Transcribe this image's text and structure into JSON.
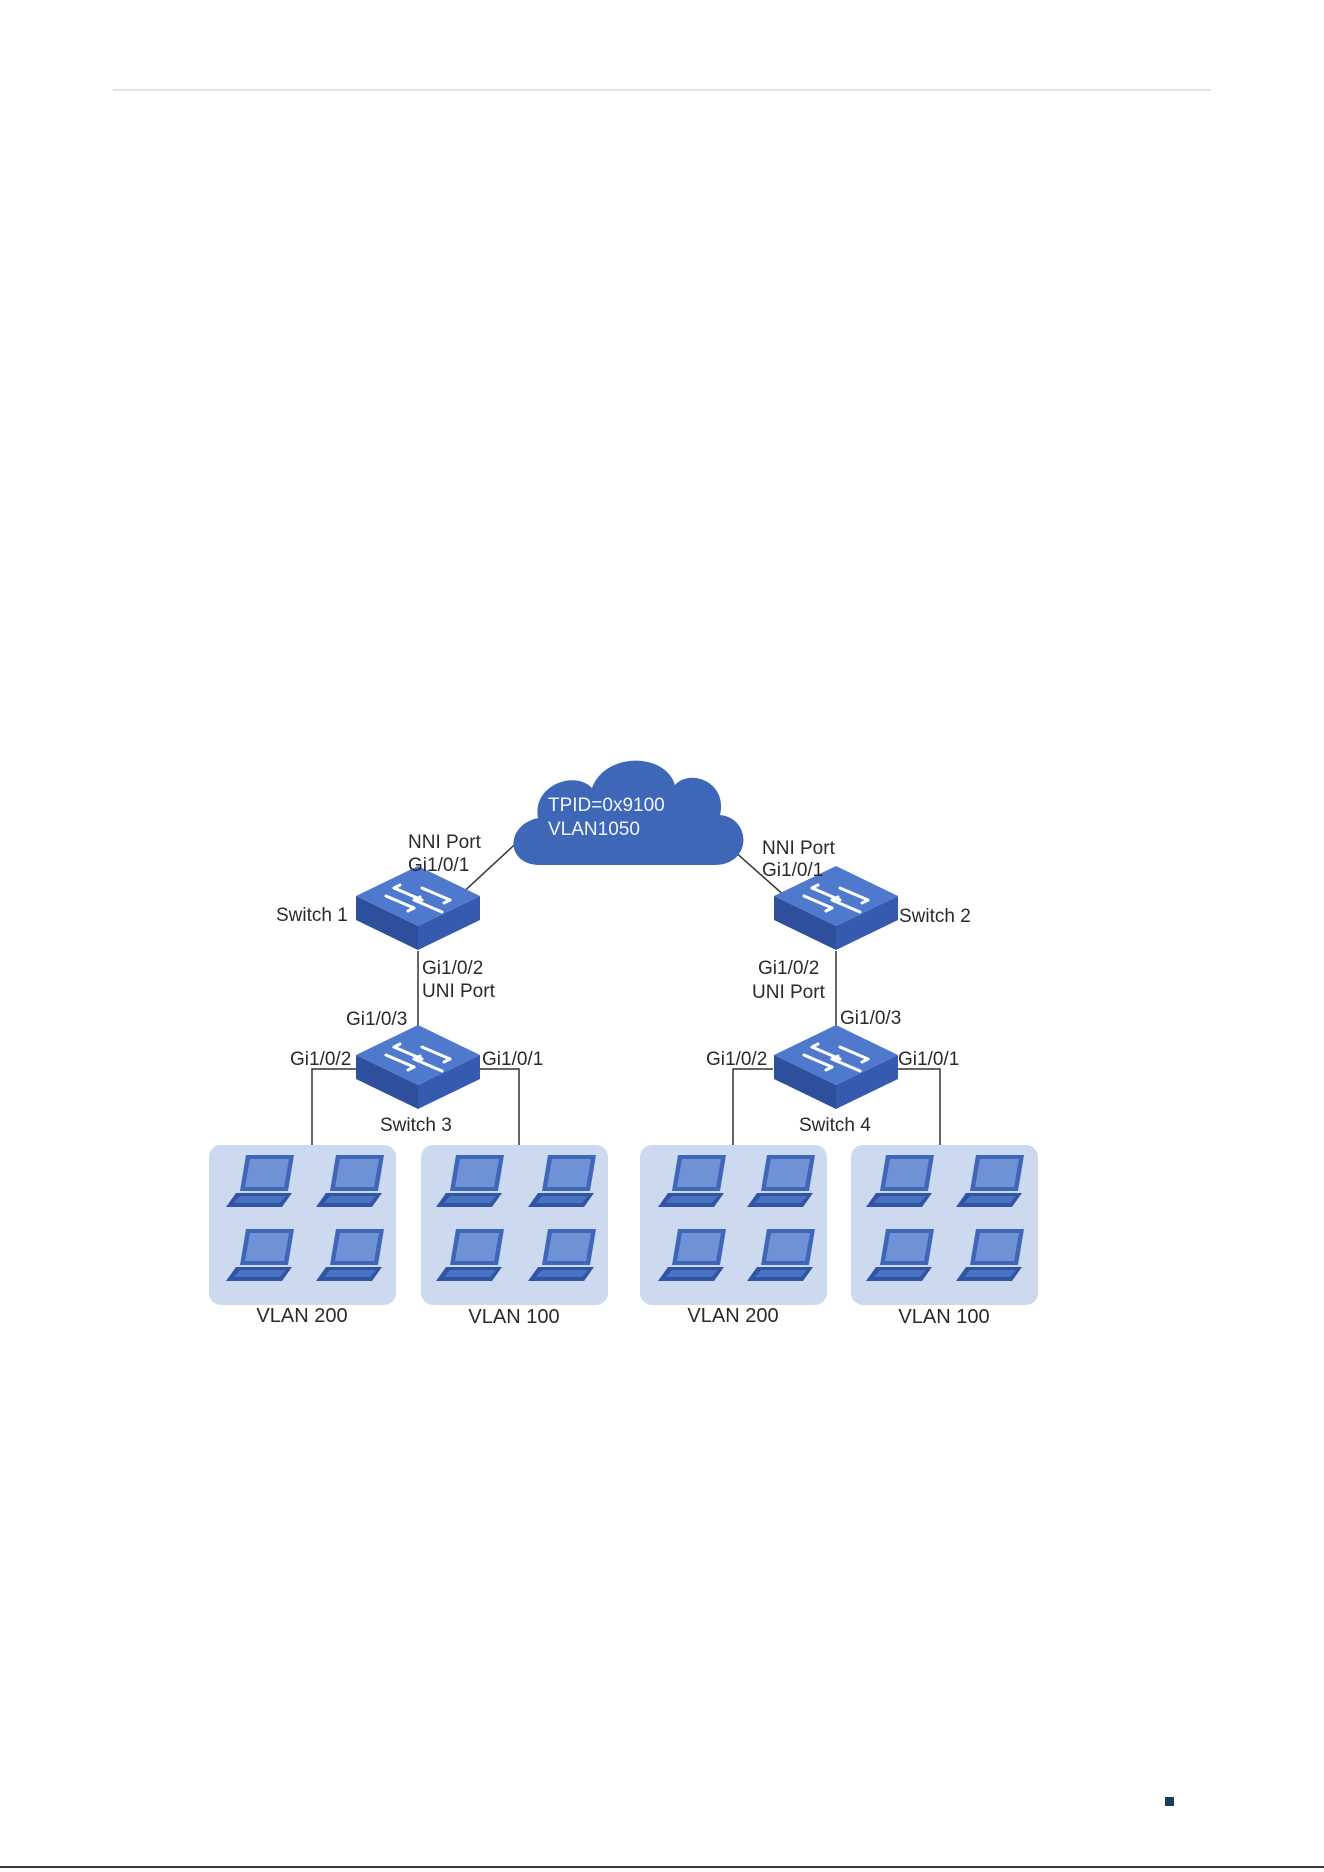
{
  "cloud": {
    "line1": "TPID=0x9100",
    "line2": "VLAN1050"
  },
  "switch1": {
    "label": "Switch 1",
    "nni_port": "NNI Port",
    "nni_gi": "Gi1/0/1",
    "uni_gi": "Gi1/0/2",
    "uni_port": "UNI Port"
  },
  "switch2": {
    "label": "Switch 2",
    "nni_port": "NNI Port",
    "nni_gi": "Gi1/0/1",
    "uni_gi": "Gi1/0/2",
    "uni_port": "UNI Port"
  },
  "switch3": {
    "label": "Switch 3",
    "up_port": "Gi1/0/3",
    "left_port": "Gi1/0/2",
    "right_port": "Gi1/0/1"
  },
  "switch4": {
    "label": "Switch 4",
    "up_port": "Gi1/0/3",
    "left_port": "Gi1/0/2",
    "right_port": "Gi1/0/1"
  },
  "groups": [
    {
      "label": "VLAN 200"
    },
    {
      "label": "VLAN 100"
    },
    {
      "label": "VLAN 200"
    },
    {
      "label": "VLAN 100"
    }
  ],
  "colors": {
    "device_blue": "#3f67b8",
    "group_fill": "#cdd9ee",
    "line": "#333333"
  }
}
